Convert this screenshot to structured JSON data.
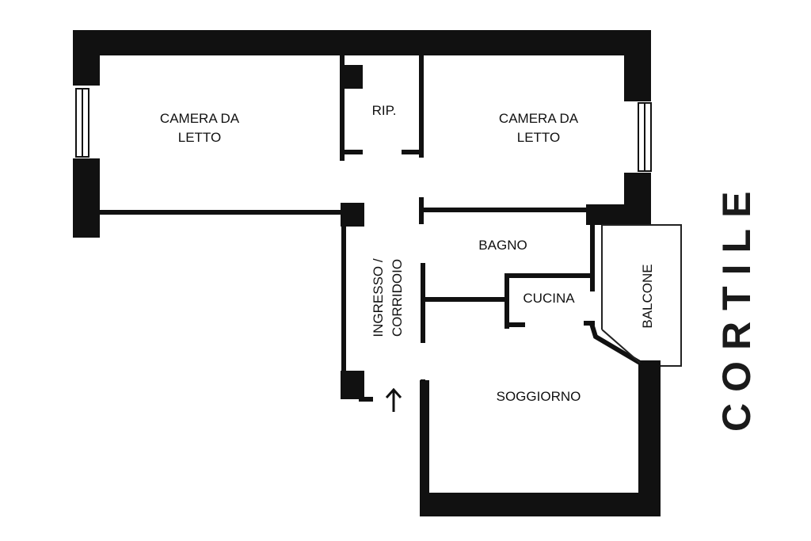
{
  "rooms": {
    "camera_left": {
      "line1": "CAMERA DA",
      "line2": "LETTO"
    },
    "ripostiglio": "RIP.",
    "camera_right": {
      "line1": "CAMERA DA",
      "line2": "LETTO"
    },
    "bagno": "BAGNO",
    "cucina": "CUCINA",
    "soggiorno": "SOGGIORNO",
    "ingresso": {
      "line1": "INGRESSO /",
      "line2": "CORRIDOIO"
    },
    "balcone": "BALCONE"
  },
  "outside": {
    "cortile": "CORTILE"
  },
  "colors": {
    "wall": "#111111",
    "background": "#ffffff",
    "thin_line": "#222222"
  }
}
